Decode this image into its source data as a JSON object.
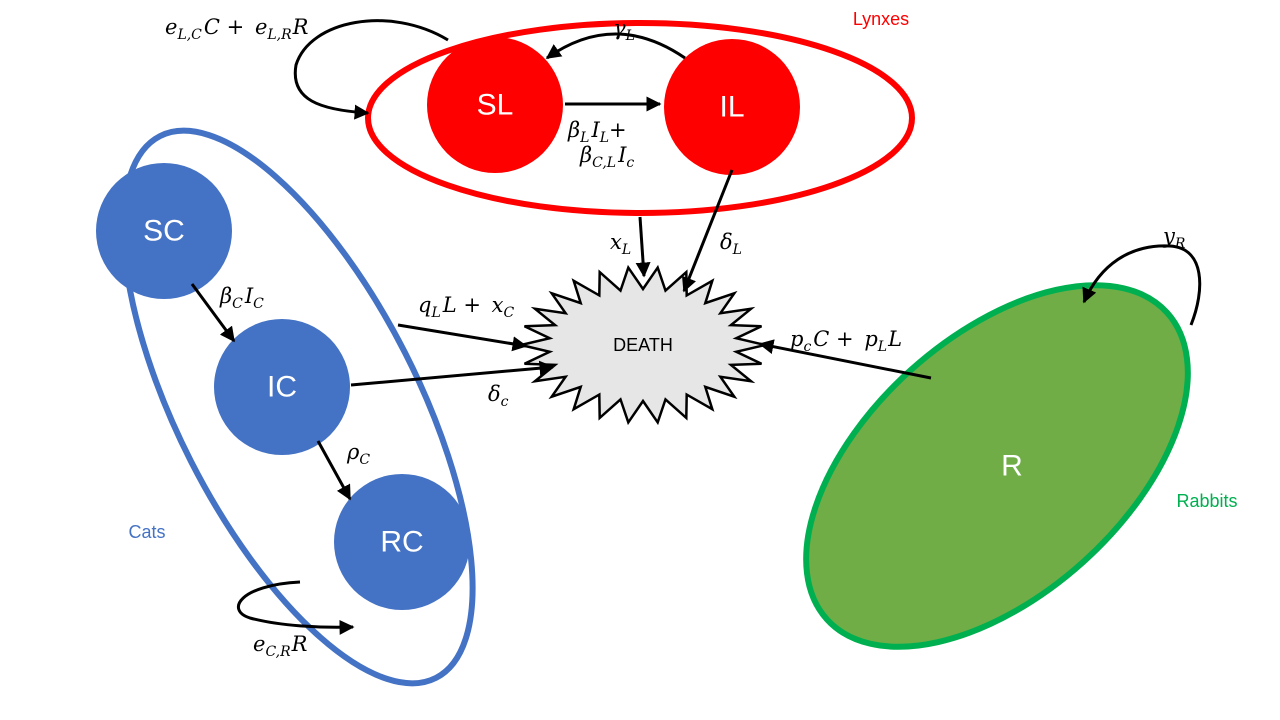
{
  "groups": {
    "lynxes": {
      "label": "Lynxes",
      "color": "#ff0000"
    },
    "cats": {
      "label": "Cats",
      "color": "#4472c4"
    },
    "rabbits": {
      "label": "Rabbits",
      "color": "#00b050"
    }
  },
  "nodes": {
    "sl": "SL",
    "il": "IL",
    "sc": "SC",
    "ic": "IC",
    "rc": "RC",
    "r": "R",
    "death": "DEATH"
  },
  "colors": {
    "lynx_fill": "#ff0000",
    "cat_fill": "#4472c4",
    "rabbit_fill": "#70ad47",
    "rabbit_outline": "#00b050",
    "death_fill": "#e7e6e6"
  },
  "rates": {
    "e_L_C": {
      "sym": "e",
      "sub": "L,C",
      "rest": "C +"
    },
    "e_L_R": {
      "sym": "e",
      "sub": "L,R",
      "rest": "R"
    },
    "gamma_L": {
      "sym": "γ",
      "sub": "L"
    },
    "beta_L": {
      "sym": "β",
      "sub": "L",
      "mid": "I",
      "sub2": "L",
      "rest": "+"
    },
    "beta_C_L": {
      "sym": "β",
      "sub": "C,L",
      "mid": "I",
      "sub2": "c"
    },
    "beta_C": {
      "sym": "β",
      "sub": "C",
      "mid": "I",
      "sub2": "C"
    },
    "rho_C": {
      "sym": "ρ",
      "sub": "C"
    },
    "e_C_R": {
      "sym": "e",
      "sub": "C,R",
      "rest": "R"
    },
    "x_L": {
      "sym": "x",
      "sub": "L"
    },
    "delta_L": {
      "sym": "δ",
      "sub": "L"
    },
    "q_L": {
      "sym": "q",
      "sub": "L",
      "rest": "L +"
    },
    "x_C": {
      "sym": "x",
      "sub": "C"
    },
    "delta_c": {
      "sym": "δ",
      "sub": "c"
    },
    "p_c": {
      "sym": "p",
      "sub": "c",
      "rest": "C +"
    },
    "p_L": {
      "sym": "p",
      "sub": "L",
      "rest": "L"
    },
    "y_R": {
      "sym": "y",
      "sub": "R"
    }
  }
}
